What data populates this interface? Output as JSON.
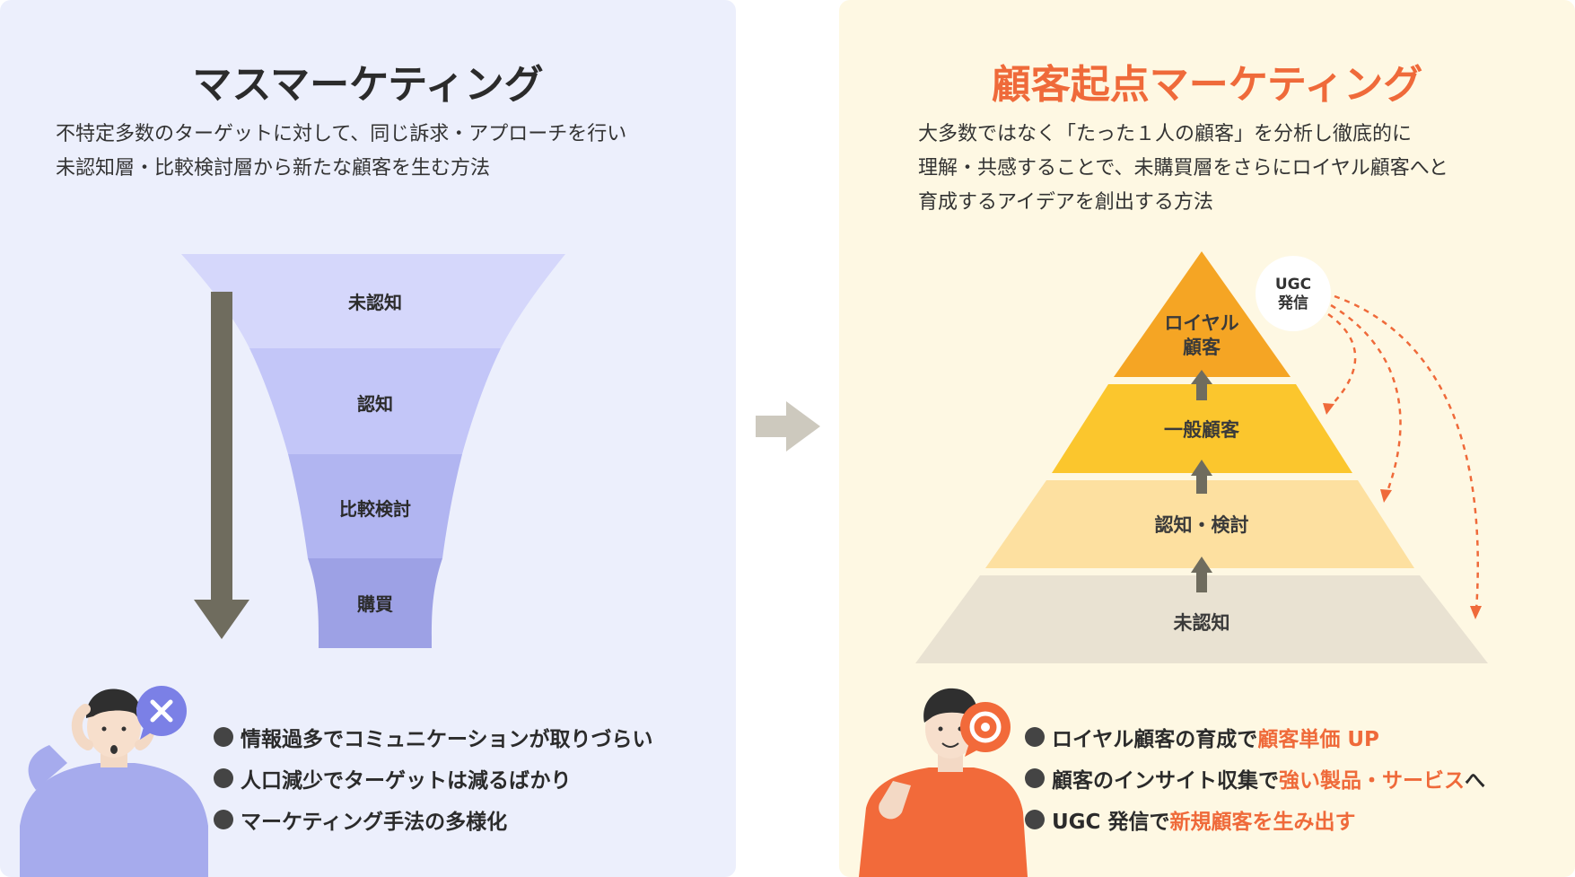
{
  "left": {
    "title": "マスマーケティング",
    "desc": [
      "不特定多数のターゲットに対して、同じ訴求・アプローチを行い",
      "未認知層・比較検討層から新たな顧客を生む方法"
    ],
    "funnel": [
      "未認知",
      "認知",
      "比較検討",
      "購買"
    ],
    "bullets": [
      "情報過多でコミュニケーションが取りづらい",
      "人口減少でターゲットは減るばかり",
      "マーケティング手法の多様化"
    ]
  },
  "right": {
    "title": "顧客起点マーケティング",
    "desc": [
      "大多数ではなく「たった１人の顧客」を分析し徹底的に",
      "理解・共感することで、未購買層をさらにロイヤル顧客へと",
      "育成するアイデアを創出する方法"
    ],
    "pyramid": {
      "top_line1": "ロイヤル",
      "top_line2": "顧客",
      "level2": "一般顧客",
      "level3": "認知・検討",
      "level4": "未認知"
    },
    "ugc": {
      "line1": "UGC",
      "line2": "発信"
    },
    "bullets": [
      {
        "pre": "ロイヤル顧客の育成で",
        "hl": "顧客単価 UP",
        "post": ""
      },
      {
        "pre": "顧客のインサイト収集で",
        "hl": "強い製品・サービス",
        "post": "へ"
      },
      {
        "pre": "UGC 発信で",
        "hl": "新規顧客を生み出す",
        "post": ""
      }
    ]
  },
  "colors": {
    "accent": "#ef6a3a",
    "left_bg": "#eceffc",
    "right_bg": "#fef8e3"
  }
}
